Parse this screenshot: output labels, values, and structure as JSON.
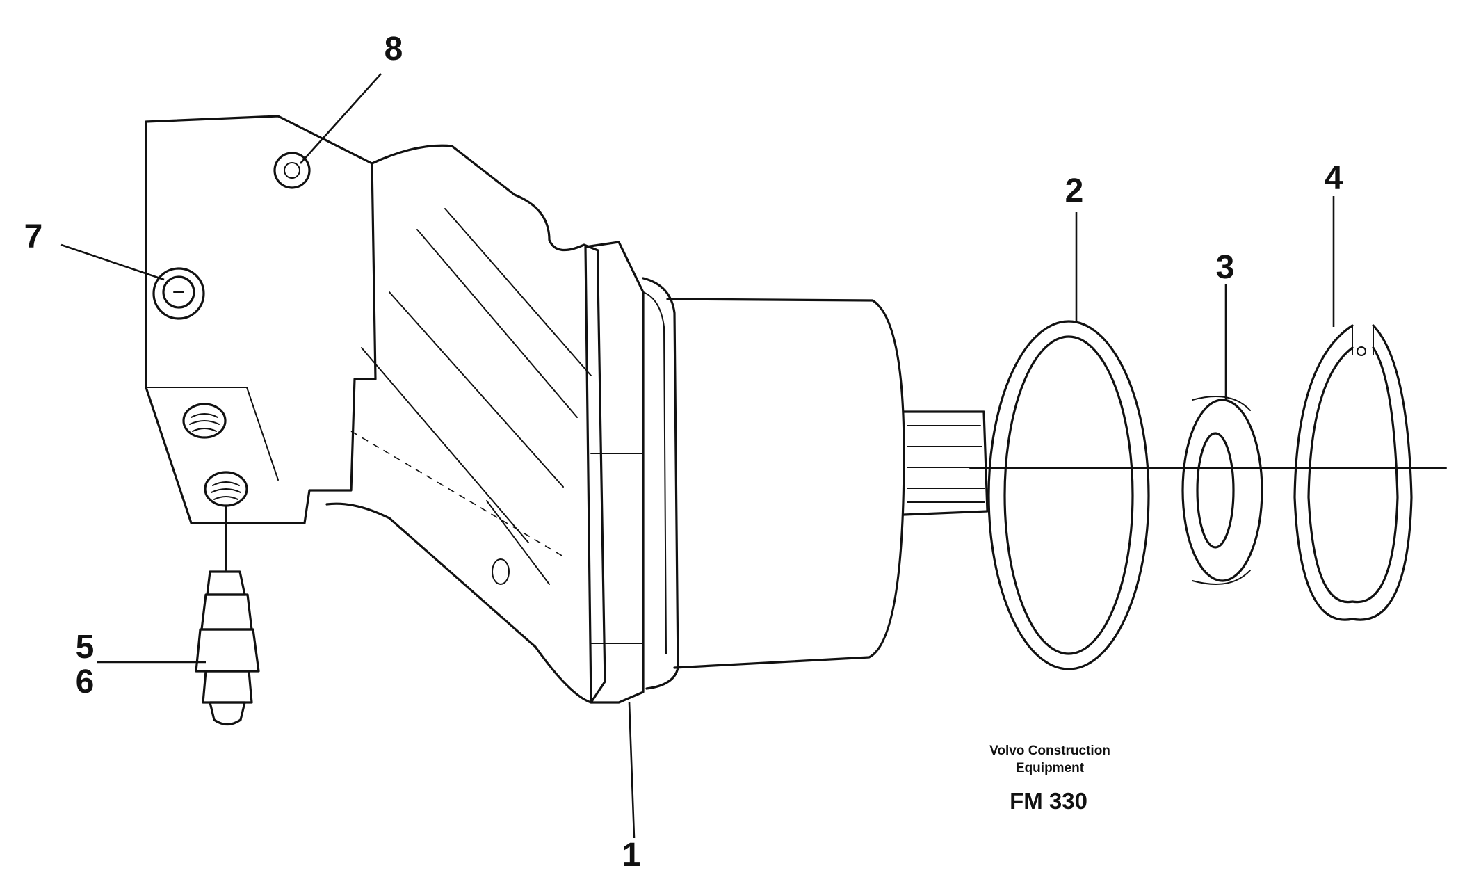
{
  "callouts": [
    "1",
    "2",
    "3",
    "4",
    "5",
    "6",
    "7",
    "8"
  ],
  "caption": {
    "line1": "Volvo Construction",
    "line2": "Equipment",
    "model": "FM 330"
  }
}
